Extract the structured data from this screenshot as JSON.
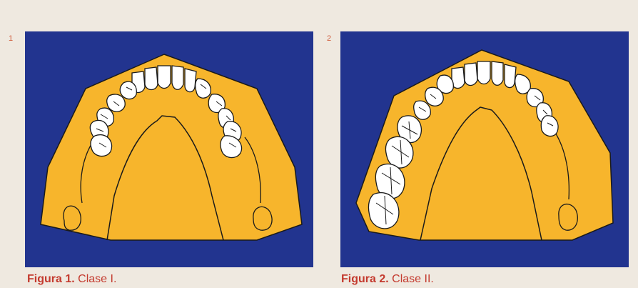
{
  "figures": [
    {
      "number": "1",
      "caption_bold": "Figura 1.",
      "caption_text": "Clase I."
    },
    {
      "number": "2",
      "caption_bold": "Figura 2.",
      "caption_text": "Clase II."
    }
  ],
  "colors": {
    "background": "#efe9e0",
    "panel": "#22348f",
    "arch": "#f7b52c",
    "tooth": "#ffffff",
    "caption": "#c43a2e"
  }
}
